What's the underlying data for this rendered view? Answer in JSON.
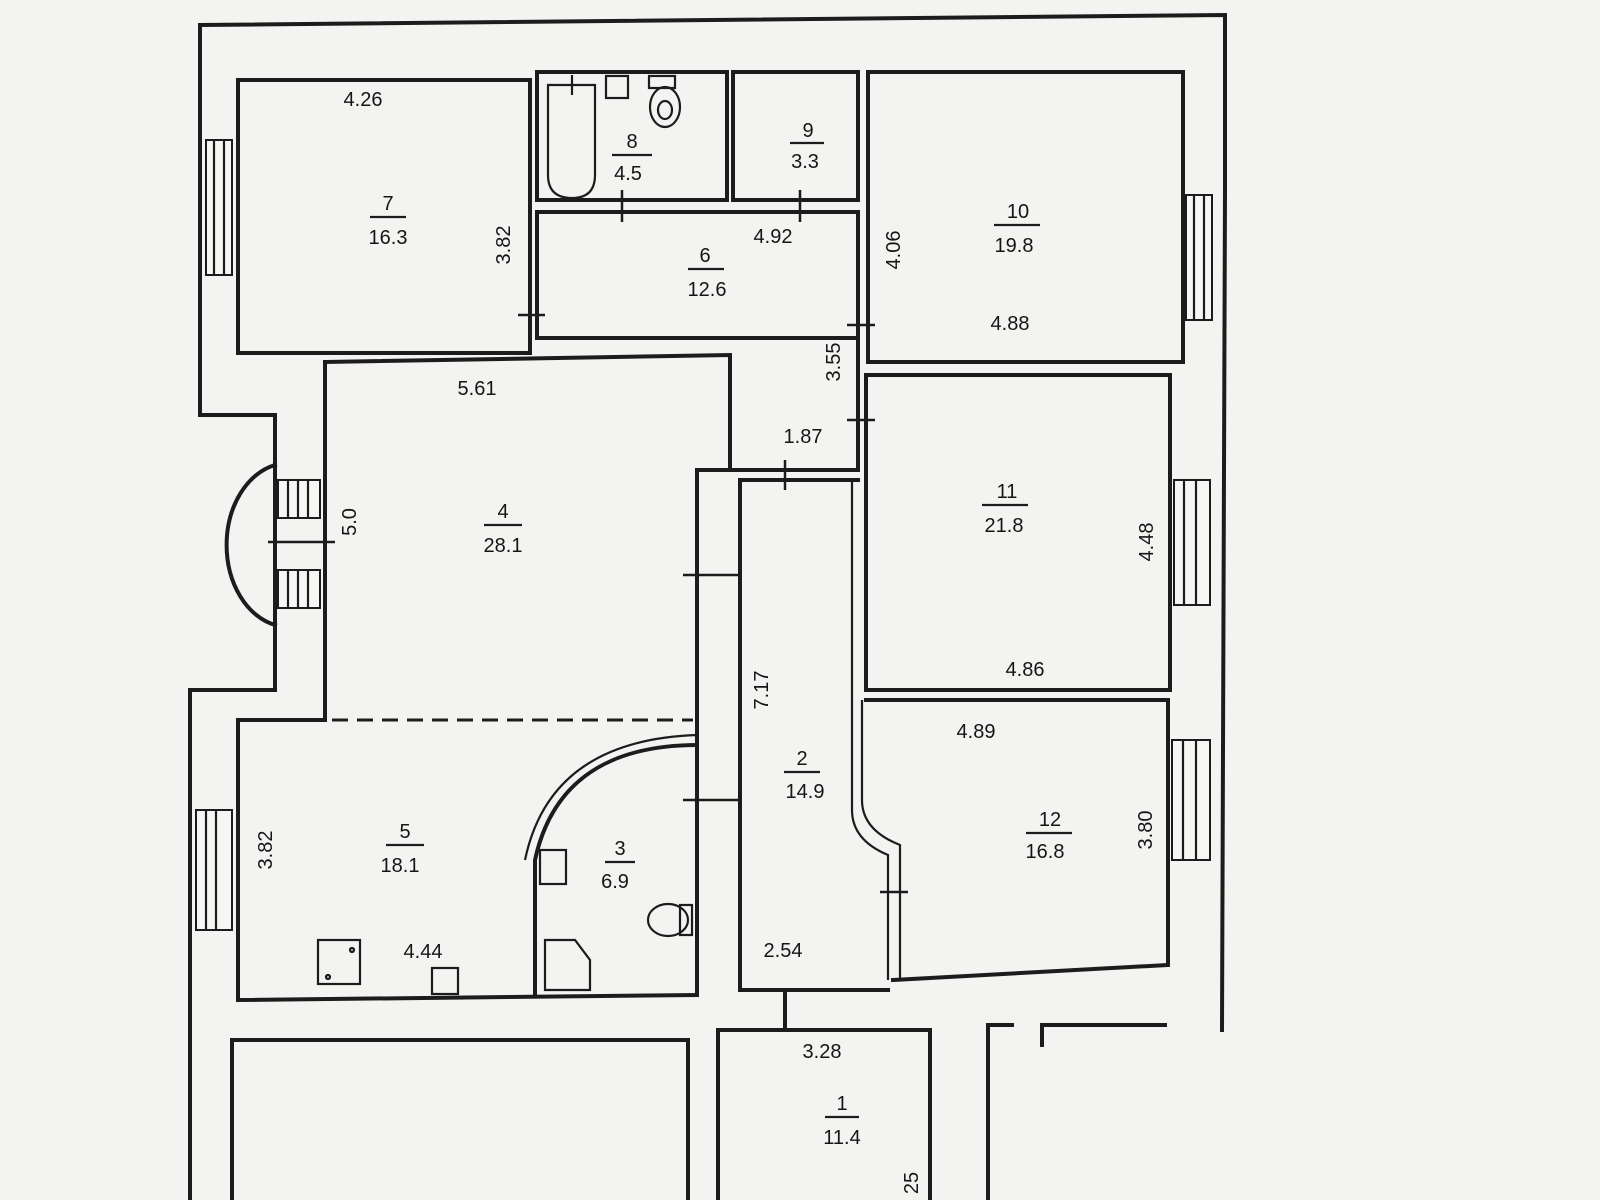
{
  "rooms": [
    {
      "id": "7",
      "area": "16.3"
    },
    {
      "id": "8",
      "area": "4.5"
    },
    {
      "id": "9",
      "area": "3.3"
    },
    {
      "id": "6",
      "area": "12.6"
    },
    {
      "id": "10",
      "area": "19.8"
    },
    {
      "id": "4",
      "area": "28.1"
    },
    {
      "id": "11",
      "area": "21.8"
    },
    {
      "id": "2",
      "area": "14.9"
    },
    {
      "id": "5",
      "area": "18.1"
    },
    {
      "id": "3",
      "area": "6.9"
    },
    {
      "id": "12",
      "area": "16.8"
    },
    {
      "id": "1",
      "area": "11.4"
    }
  ],
  "dimensions": {
    "room7_width": "4.26",
    "room7_depth": "3.82",
    "room6_width": "4.92",
    "room10_depth": "4.06",
    "room10_width": "4.88",
    "corridor_upper": "3.55",
    "room4_width": "5.61",
    "room4_depth": "5.0",
    "corridor_width": "1.87",
    "room11_depth": "4.48",
    "room11_width": "4.86",
    "corridor_length": "7.17",
    "room12_width": "4.89",
    "room12_depth": "3.80",
    "room5_depth": "3.82",
    "room5_width": "4.44",
    "room2_width": "2.54",
    "room1_width": "3.28",
    "room1_depth_partial": "25"
  },
  "colors": {
    "background": "#f3f3f1",
    "wall": "#1c1c1c"
  }
}
